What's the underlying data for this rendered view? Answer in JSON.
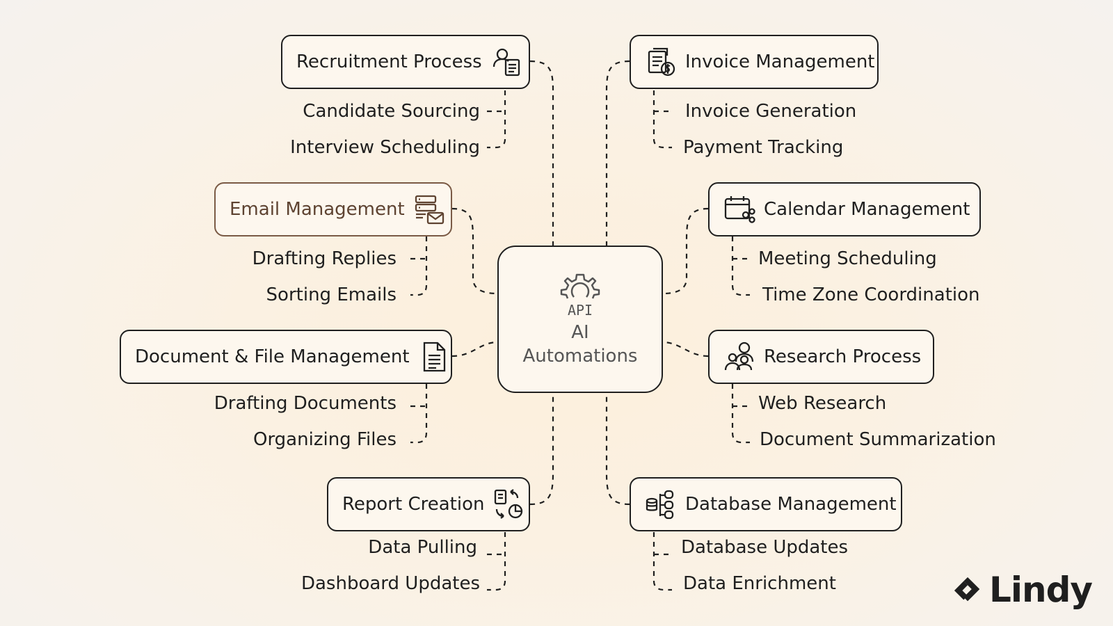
{
  "center": {
    "line1": "AI",
    "line2": "Automations",
    "icon_text": "API",
    "icon": "gear-api-icon"
  },
  "categories": [
    {
      "title": "Recruitment Process",
      "icon": "recruiter-document-icon",
      "items": [
        "Candidate Sourcing",
        "Interview Scheduling"
      ]
    },
    {
      "title": "Invoice Management",
      "icon": "invoice-dollar-icon",
      "items": [
        "Invoice Generation",
        "Payment Tracking"
      ]
    },
    {
      "title": "Email Management",
      "icon": "server-mail-icon",
      "items": [
        "Drafting Replies",
        "Sorting Emails"
      ]
    },
    {
      "title": "Calendar Management",
      "icon": "calendar-share-icon",
      "items": [
        "Meeting Scheduling",
        "Time Zone Coordination"
      ]
    },
    {
      "title": "Document & File Management",
      "icon": "document-icon",
      "items": [
        "Drafting Documents",
        "Organizing Files"
      ]
    },
    {
      "title": "Research Process",
      "icon": "team-users-icon",
      "items": [
        "Web Research",
        "Document Summarization"
      ]
    },
    {
      "title": "Report Creation",
      "icon": "report-chart-icon",
      "items": [
        "Data Pulling",
        "Dashboard Updates"
      ]
    },
    {
      "title": "Database Management",
      "icon": "database-tree-icon",
      "items": [
        "Database Updates",
        "Data Enrichment"
      ]
    }
  ],
  "brand": {
    "name": "Lindy",
    "icon": "lindy-logo-icon"
  },
  "colors": {
    "ink": "#1f1f1f",
    "highlight": "#7a5a45",
    "card_bg": "#fdf7ee",
    "center_text": "#555555"
  }
}
